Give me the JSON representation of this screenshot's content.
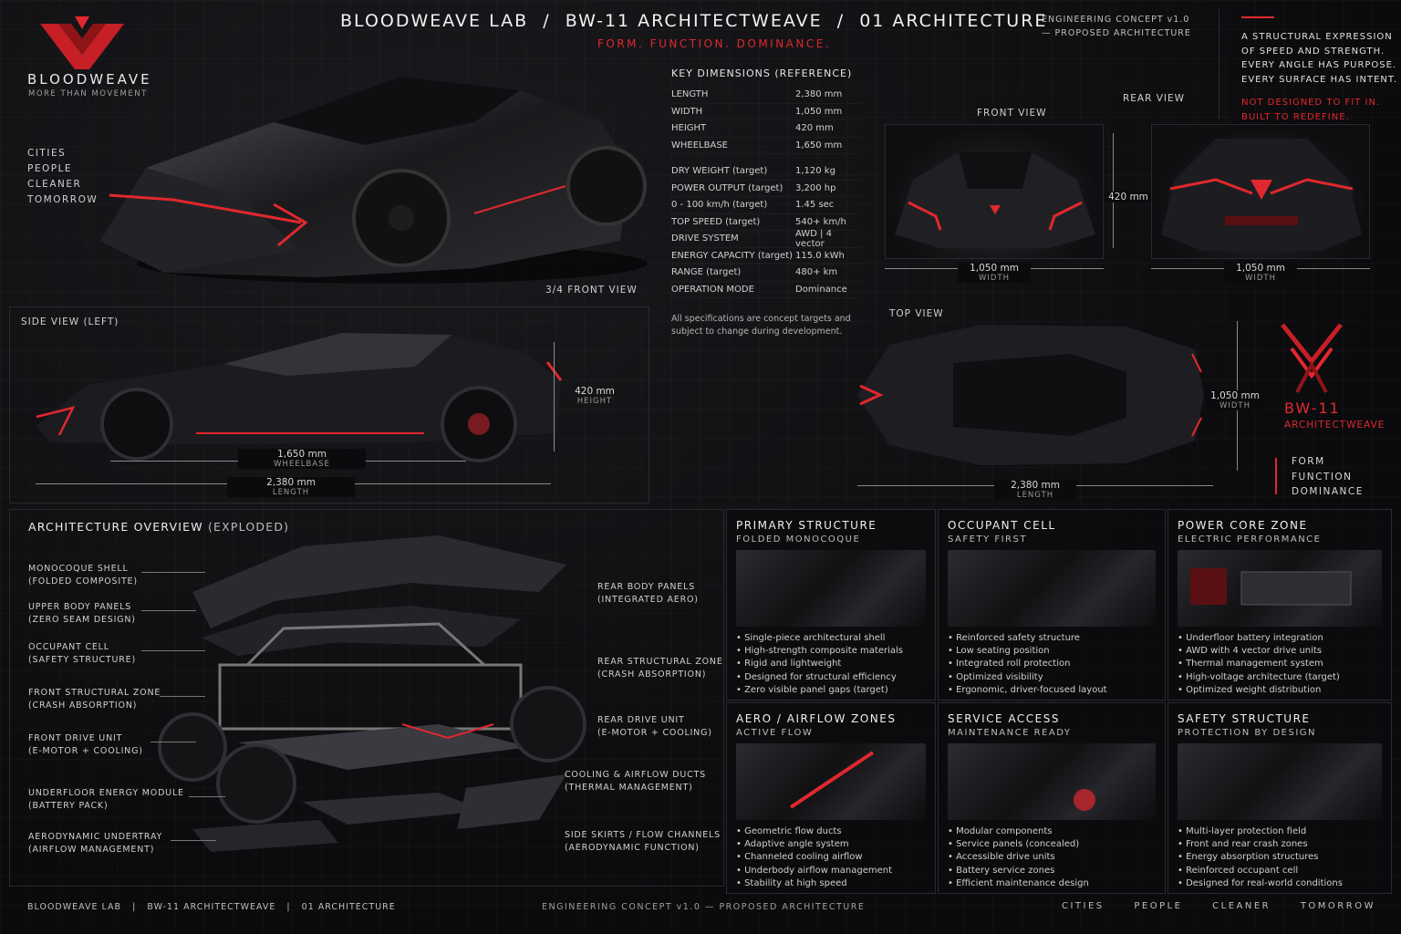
{
  "brand": {
    "name": "BLOODWEAVE",
    "slogan": "MORE THAN MOVEMENT",
    "values": [
      "CITIES",
      "PEOPLE",
      "CLEANER",
      "TOMORROW"
    ]
  },
  "header": {
    "title": "BLOODWEAVE LAB  /  BW-11 ARCHITECTWEAVE  /  01 ARCHITECTURE",
    "tagline": "FORM. FUNCTION. DOMINANCE.",
    "concept_line1": "ENGINEERING CONCEPT v1.0",
    "concept_line2": "— PROPOSED ARCHITECTURE"
  },
  "statement": {
    "lines": [
      "A STRUCTURAL EXPRESSION",
      "OF SPEED AND STRENGTH.",
      "EVERY ANGLE HAS PURPOSE.",
      "EVERY SURFACE HAS INTENT."
    ],
    "red_lines": [
      "NOT DESIGNED TO FIT IN.",
      "BUILT TO REDEFINE."
    ]
  },
  "views": {
    "three_quarter": "3/4 FRONT VIEW",
    "side": "SIDE VIEW (LEFT)",
    "front": "FRONT VIEW",
    "rear": "REAR VIEW",
    "top": "TOP VIEW"
  },
  "dimensions": {
    "height": "420 mm",
    "height_label": "HEIGHT",
    "wheelbase": "1,650 mm",
    "wheelbase_label": "WHEELBASE",
    "length": "2,380 mm",
    "length_label": "LENGTH",
    "width": "1,050 mm",
    "width_label": "WIDTH"
  },
  "specs": {
    "title": "KEY DIMENSIONS (REFERENCE)",
    "group1": [
      {
        "k": "LENGTH",
        "v": "2,380 mm"
      },
      {
        "k": "WIDTH",
        "v": "1,050 mm"
      },
      {
        "k": "HEIGHT",
        "v": "420 mm"
      },
      {
        "k": "WHEELBASE",
        "v": "1,650 mm"
      }
    ],
    "group2": [
      {
        "k": "DRY WEIGHT (target)",
        "v": "1,120 kg"
      },
      {
        "k": "POWER OUTPUT (target)",
        "v": "3,200 hp"
      },
      {
        "k": "0 - 100 km/h (target)",
        "v": "1.45 sec"
      },
      {
        "k": "TOP SPEED (target)",
        "v": "540+ km/h"
      },
      {
        "k": "DRIVE SYSTEM",
        "v": "AWD | 4 vector"
      },
      {
        "k": "ENERGY CAPACITY (target)",
        "v": "115.0 kWh"
      },
      {
        "k": "RANGE (target)",
        "v": "480+ km"
      },
      {
        "k": "OPERATION MODE",
        "v": "Dominance"
      }
    ],
    "note_line1": "All specifications are concept targets and",
    "note_line2": "subject to change during development."
  },
  "model": {
    "badge": "BW-11",
    "badge_sub": "ARCHITECTWEAVE",
    "pillars": [
      "FORM",
      "FUNCTION",
      "DOMINANCE"
    ]
  },
  "exploded": {
    "title": "ARCHITECTURE OVERVIEW",
    "title_suffix": "(EXPLODED)",
    "left": [
      {
        "a": "MONOCOQUE SHELL",
        "b": "(FOLDED COMPOSITE)"
      },
      {
        "a": "UPPER BODY PANELS",
        "b": "(ZERO SEAM DESIGN)"
      },
      {
        "a": "OCCUPANT CELL",
        "b": "(SAFETY STRUCTURE)"
      },
      {
        "a": "FRONT STRUCTURAL ZONE",
        "b": "(CRASH ABSORPTION)"
      },
      {
        "a": "FRONT DRIVE UNIT",
        "b": "(E-MOTOR + COOLING)"
      },
      {
        "a": "UNDERFLOOR ENERGY MODULE",
        "b": "(BATTERY PACK)"
      },
      {
        "a": "AERODYNAMIC UNDERTRAY",
        "b": "(AIRFLOW MANAGEMENT)"
      }
    ],
    "right": [
      {
        "a": "REAR BODY PANELS",
        "b": "(INTEGRATED AERO)"
      },
      {
        "a": "REAR STRUCTURAL ZONE",
        "b": "(CRASH ABSORPTION)"
      },
      {
        "a": "REAR DRIVE UNIT",
        "b": "(E-MOTOR + COOLING)"
      },
      {
        "a": "COOLING & AIRFLOW DUCTS",
        "b": "(THERMAL MANAGEMENT)"
      },
      {
        "a": "SIDE SKIRTS / FLOW CHANNELS",
        "b": "(AERODYNAMIC FUNCTION)"
      }
    ]
  },
  "cards": [
    {
      "title": "PRIMARY STRUCTURE",
      "sub": "FOLDED MONOCOQUE",
      "items": [
        "Single-piece architectural shell",
        "High-strength composite materials",
        "Rigid and lightweight",
        "Designed for structural efficiency",
        "Zero visible panel gaps (target)"
      ]
    },
    {
      "title": "OCCUPANT CELL",
      "sub": "SAFETY FIRST",
      "items": [
        "Reinforced safety structure",
        "Low seating position",
        "Integrated roll protection",
        "Optimized visibility",
        "Ergonomic, driver-focused layout"
      ]
    },
    {
      "title": "POWER CORE ZONE",
      "sub": "ELECTRIC PERFORMANCE",
      "items": [
        "Underfloor battery integration",
        "AWD with 4 vector drive units",
        "Thermal management system",
        "High-voltage architecture (target)",
        "Optimized weight distribution"
      ]
    },
    {
      "title": "AERO / AIRFLOW ZONES",
      "sub": "ACTIVE FLOW",
      "items": [
        "Geometric flow ducts",
        "Adaptive angle system",
        "Channeled cooling airflow",
        "Underbody airflow management",
        "Stability at high speed"
      ]
    },
    {
      "title": "SERVICE ACCESS",
      "sub": "MAINTENANCE READY",
      "items": [
        "Modular components",
        "Service panels (concealed)",
        "Accessible drive units",
        "Battery service zones",
        "Efficient maintenance design"
      ]
    },
    {
      "title": "SAFETY STRUCTURE",
      "sub": "PROTECTION BY DESIGN",
      "items": [
        "Multi-layer protection field",
        "Front and rear crash zones",
        "Energy absorption structures",
        "Reinforced occupant cell",
        "Designed for real-world conditions"
      ]
    }
  ],
  "footer": {
    "left": "BLOODWEAVE LAB   |   BW-11 ARCHITECTWEAVE   |   01 ARCHITECTURE",
    "center": "ENGINEERING CONCEPT v1.0 — PROPOSED ARCHITECTURE",
    "right": [
      "CITIES",
      "PEOPLE",
      "CLEANER",
      "TOMORROW"
    ]
  },
  "colors": {
    "accent": "#e0282e",
    "background": "#0b0b0d",
    "panel_border": "#2a2a2e"
  }
}
